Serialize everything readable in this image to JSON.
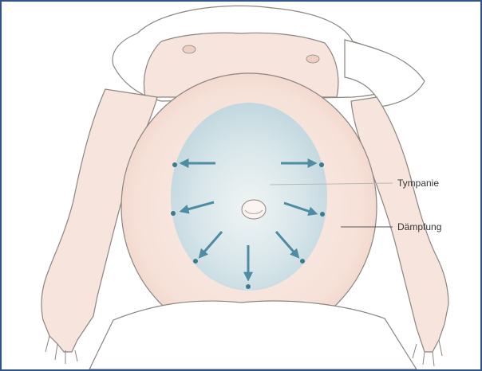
{
  "figure": {
    "labels": {
      "tympanie": "Tympanie",
      "daempfung": "Dämpfung"
    },
    "colors": {
      "frame_border": "#2f5687",
      "skin": "#f7e4dc",
      "skin_shadow": "#edcfc3",
      "outline": "#8a8580",
      "tympanic_zone": "#c9dde3",
      "arrow": "#4d8da3"
    },
    "arrows": 7,
    "percussion_points": 7
  }
}
